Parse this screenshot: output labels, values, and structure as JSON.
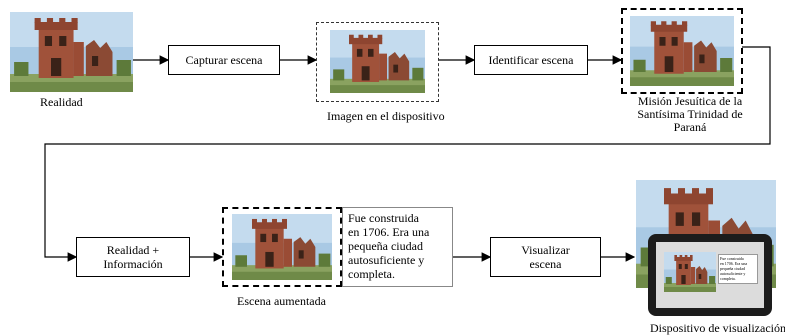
{
  "nodes": {
    "realidad": "Realidad",
    "capturar": "Capturar escena",
    "imagen_dispositivo": "Imagen en el dispositivo",
    "identificar": "Identificar escena",
    "mision": [
      "Misión Jesuítica de la",
      "Santísima Trinidad de",
      "Paraná"
    ],
    "realidad_info": [
      "Realidad +",
      "Información"
    ],
    "escena_aumentada": "Escena aumentada",
    "info_text": [
      "Fue construida",
      "en 1706. Era una",
      "pequeña ciudad",
      "autosuficiente y",
      "completa."
    ],
    "visualizar": [
      "Visualizar",
      "escena"
    ],
    "dispositivo": "Dispositivo de visualización"
  },
  "colors": {
    "sky": "#9fc3e0",
    "brick": "#a0523a",
    "grass": "#8aa260",
    "line": "#000000"
  }
}
